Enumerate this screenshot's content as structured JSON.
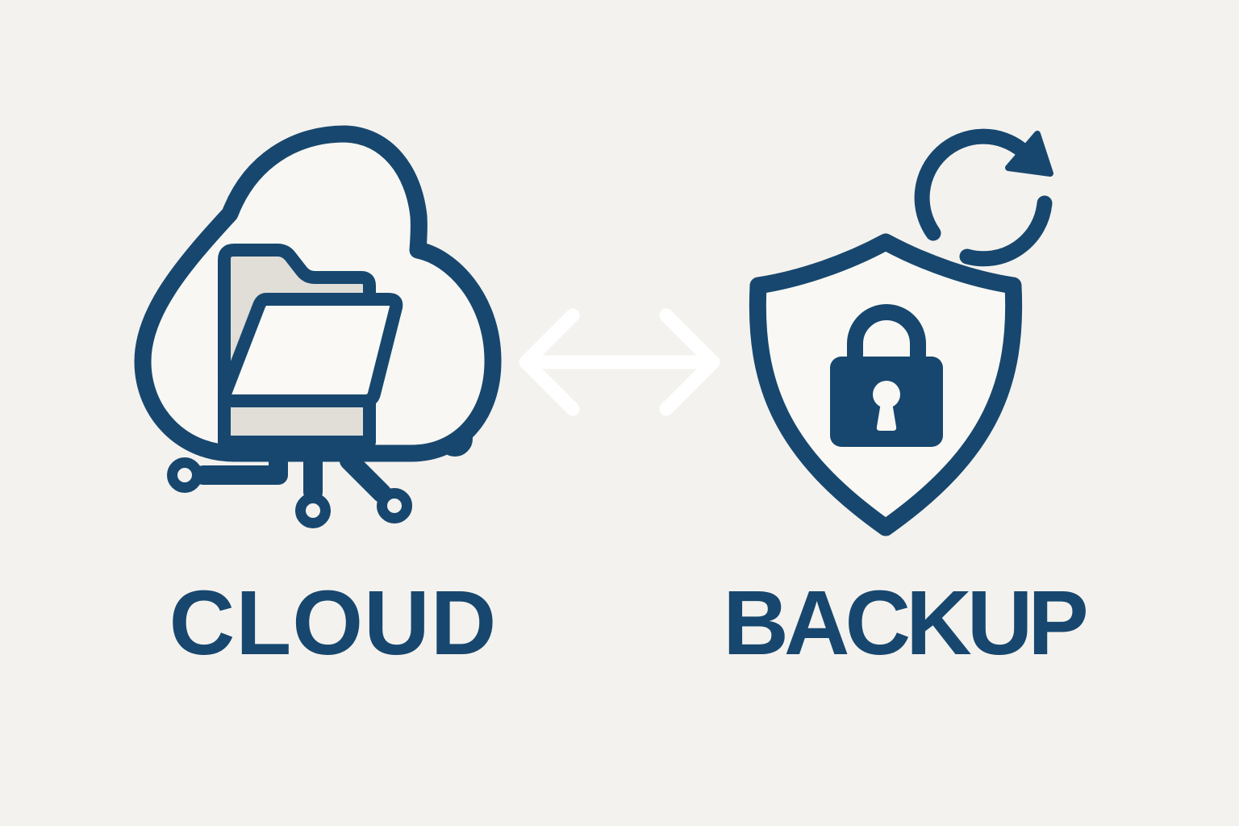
{
  "labels": {
    "cloud": "CLOUD",
    "backup": "BACKUP"
  },
  "colors": {
    "background": "#f4f2ee",
    "primary_navy": "#17476e",
    "folder_back_gray": "#e0ded7",
    "surface_white": "#f9f8f4",
    "arrow_white": "#ffffff"
  },
  "icons": [
    {
      "name": "cloud-folder-network-icon",
      "position": "left"
    },
    {
      "name": "bidirectional-arrow-icon",
      "position": "center"
    },
    {
      "name": "shield-lock-sync-icon",
      "position": "right"
    }
  ]
}
